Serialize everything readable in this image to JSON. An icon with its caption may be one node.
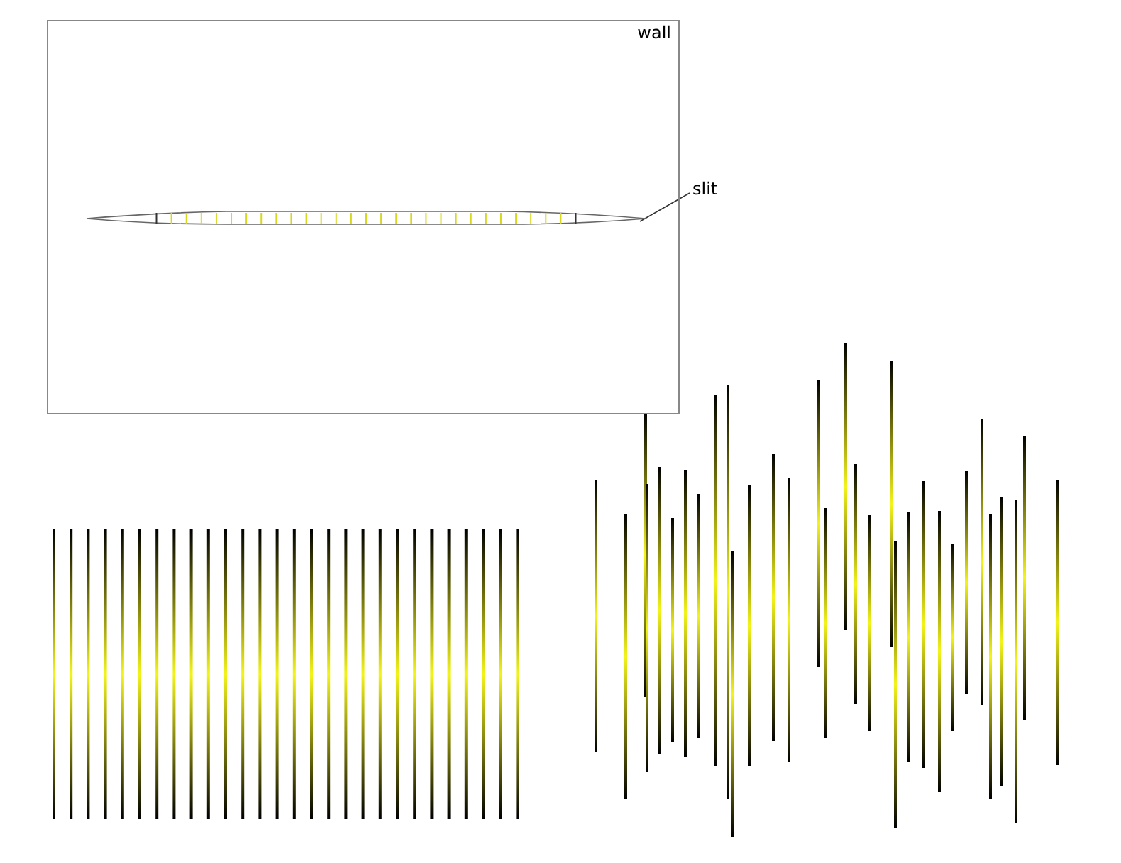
{
  "diagram": {
    "nodes": [
      {
        "text": [
          "wall"
        ]
      },
      {
        "text": [],
        "shape": "ellipse",
        "in": 0
      },
      {
        "text": [
          "slit"
        ]
      }
    ],
    "edges": [
      {
        "from": 2,
        "to": 1,
        "arrow": "none"
      }
    ]
  }
}
